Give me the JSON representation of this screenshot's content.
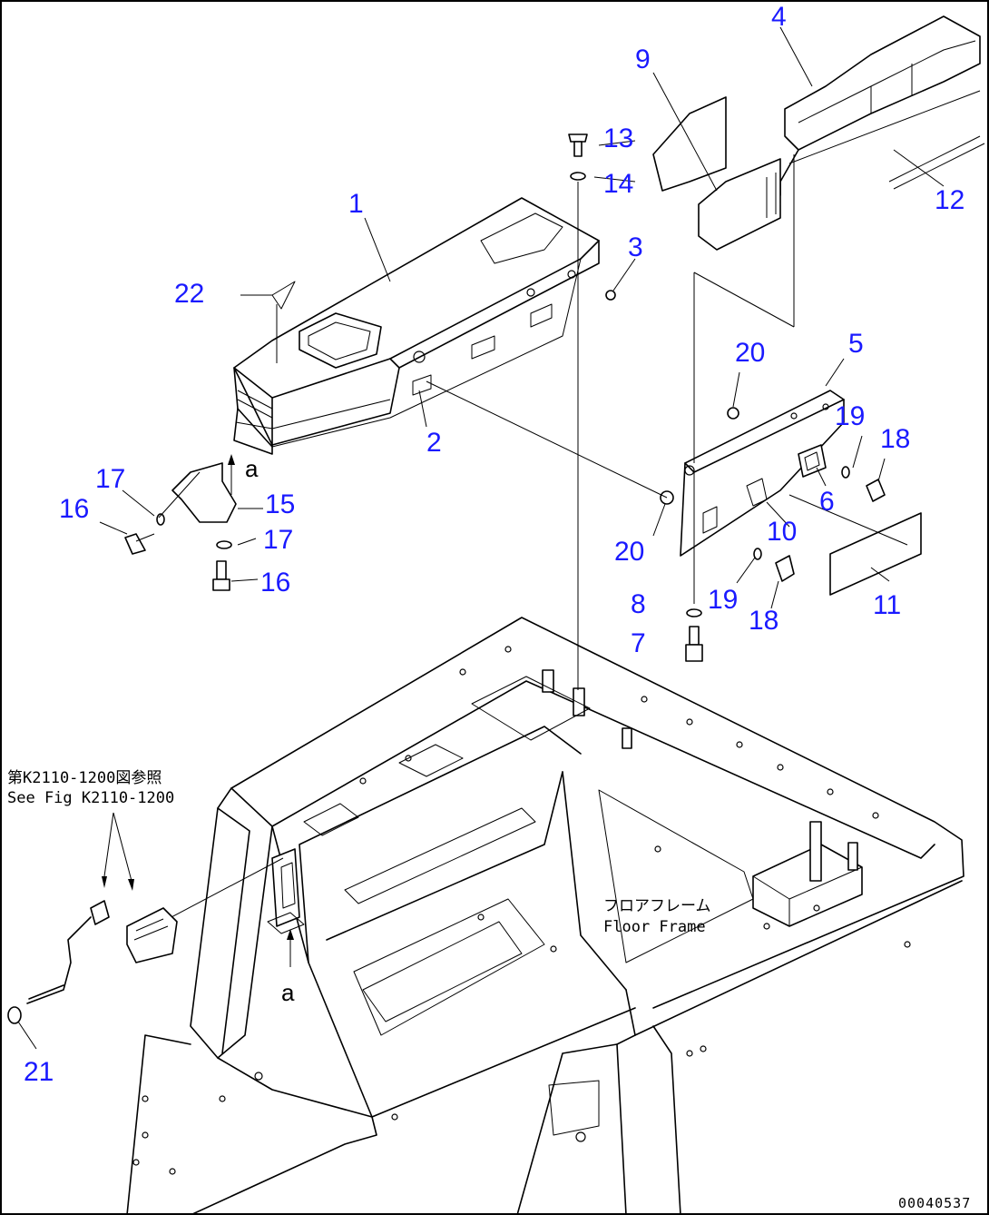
{
  "callouts": {
    "c1": "1",
    "c2": "2",
    "c3": "3",
    "c4": "4",
    "c5": "5",
    "c6": "6",
    "c7": "7",
    "c8": "8",
    "c9": "9",
    "c10": "10",
    "c11": "11",
    "c12": "12",
    "c13": "13",
    "c14": "14",
    "c15": "15",
    "c16a": "16",
    "c16b": "16",
    "c17a": "17",
    "c17b": "17",
    "c18a": "18",
    "c18b": "18",
    "c19a": "19",
    "c19b": "19",
    "c20a": "20",
    "c20b": "20",
    "c21": "21",
    "c22": "22"
  },
  "reference_note": {
    "japanese": "第K2110-1200図参照",
    "english": "See Fig K2110-1200"
  },
  "frame_label": {
    "japanese": "フロアフレーム",
    "english": "Floor Frame"
  },
  "detail_marks": {
    "a_top": "a",
    "a_bottom": "a"
  },
  "drawing_number": "00040537",
  "colors": {
    "callout": "#1a1aff",
    "line": "#000000",
    "background": "#ffffff"
  }
}
